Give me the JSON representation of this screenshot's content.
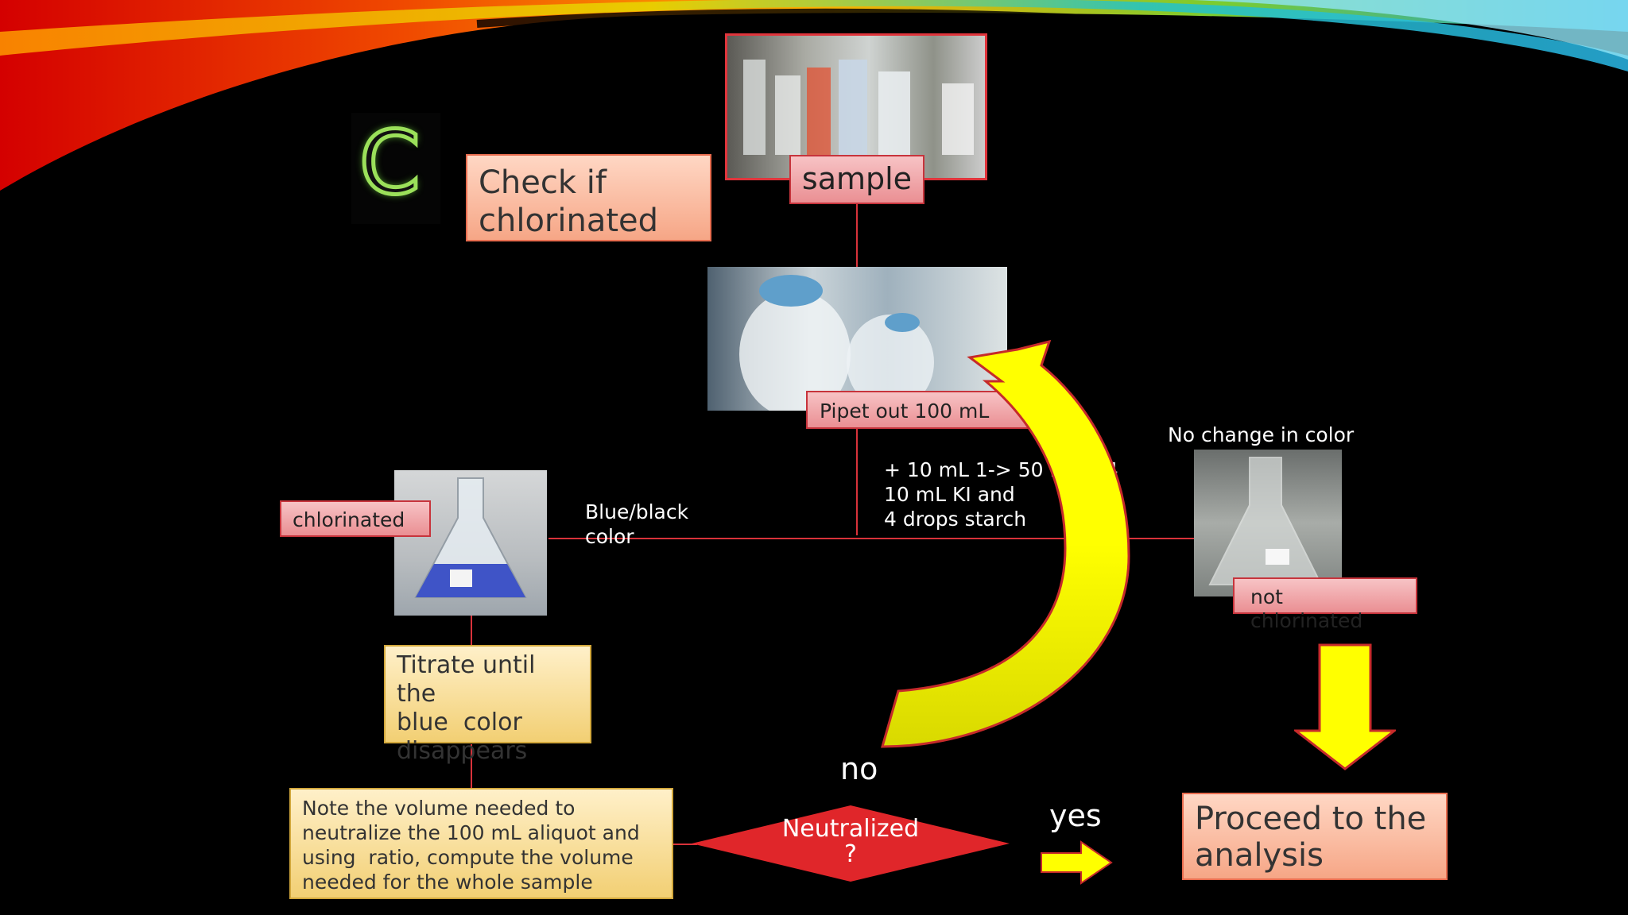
{
  "slide": {
    "letter": "C",
    "title": "Check if chlorinated"
  },
  "nodes": {
    "sample": "sample",
    "pipet": "Pipet out 100 mL",
    "reagents": [
      "+ 10 mL 1-> 50 H2SO4",
      "10 mL KI and",
      "4 drops starch"
    ],
    "blue_black": [
      "Blue/black",
      "color"
    ],
    "chlorinated": "chlorinated",
    "no_change": "No change in color",
    "not_chlorinated": "not chlorinated",
    "titrate": [
      "Titrate until the",
      "blue  color",
      "disappears"
    ],
    "note": [
      "Note the volume needed to",
      "neutralize the 100 mL aliquot and",
      "using  ratio, compute the volume",
      "needed for the whole sample"
    ],
    "neutralized": [
      "Neutralized",
      "?"
    ],
    "no": "no",
    "yes": "yes",
    "proceed": [
      "Proceed to the",
      "analysis"
    ]
  },
  "colors": {
    "line": "#d8323a",
    "arrow_yellow": "#ffff00",
    "diamond": "#e0262a",
    "letter_glow": "#9be05a"
  },
  "icons": [
    "yellow-curved-arrow-icon",
    "yellow-down-arrow-icon",
    "yellow-right-arrow-icon"
  ]
}
